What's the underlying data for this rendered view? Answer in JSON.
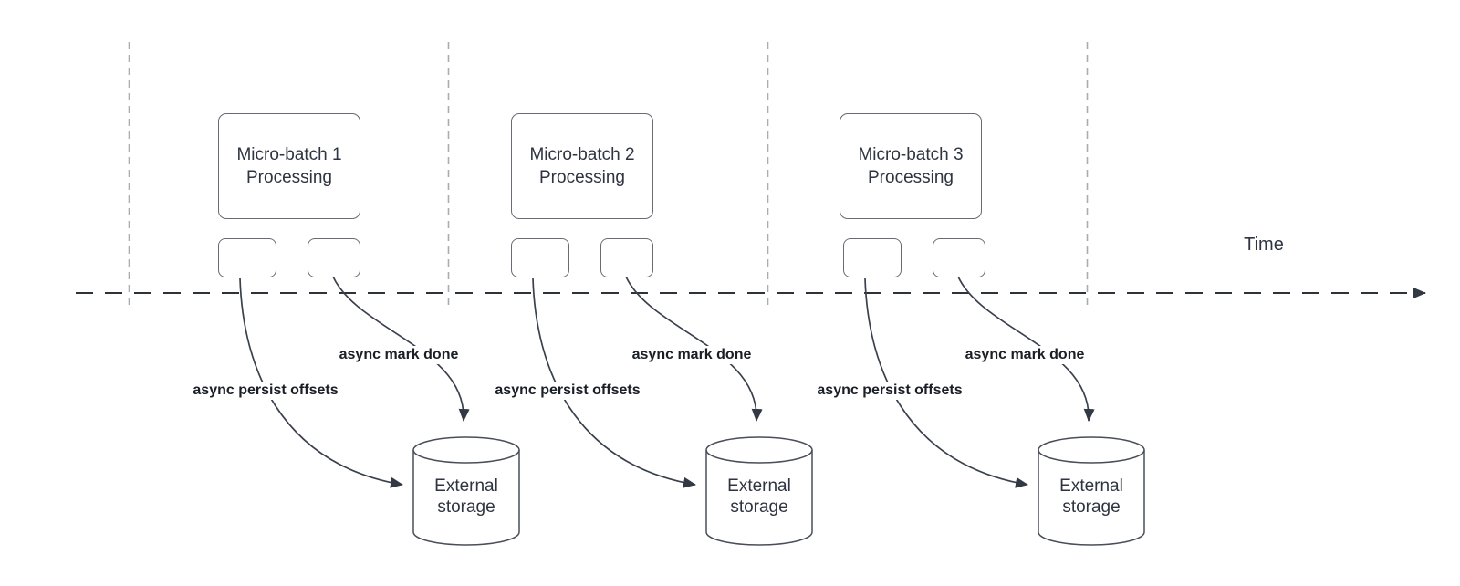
{
  "diagram": {
    "time_axis_label": "Time",
    "batches": [
      {
        "title_line1": "Micro-batch 1",
        "title_line2": "Processing",
        "persist_offsets_label": "async persist offsets",
        "mark_done_label": "async mark done",
        "storage_line1": "External",
        "storage_line2": "storage"
      },
      {
        "title_line1": "Micro-batch 2",
        "title_line2": "Processing",
        "persist_offsets_label": "async persist offsets",
        "mark_done_label": "async mark done",
        "storage_line1": "External",
        "storage_line2": "storage"
      },
      {
        "title_line1": "Micro-batch 3",
        "title_line2": "Processing",
        "persist_offsets_label": "async persist offsets",
        "mark_done_label": "async mark done",
        "storage_line1": "External",
        "storage_line2": "storage"
      }
    ],
    "colors": {
      "background": "#ffffff",
      "edge_stroke": "#3a414c",
      "arrowhead_fill": "#333944",
      "timeline_stroke": "#2e333b",
      "guide_line_stroke": "#a9acb1",
      "node_border": "#676b73",
      "node_text": "#2e3440",
      "edge_label_text": "#1a1e25"
    }
  }
}
